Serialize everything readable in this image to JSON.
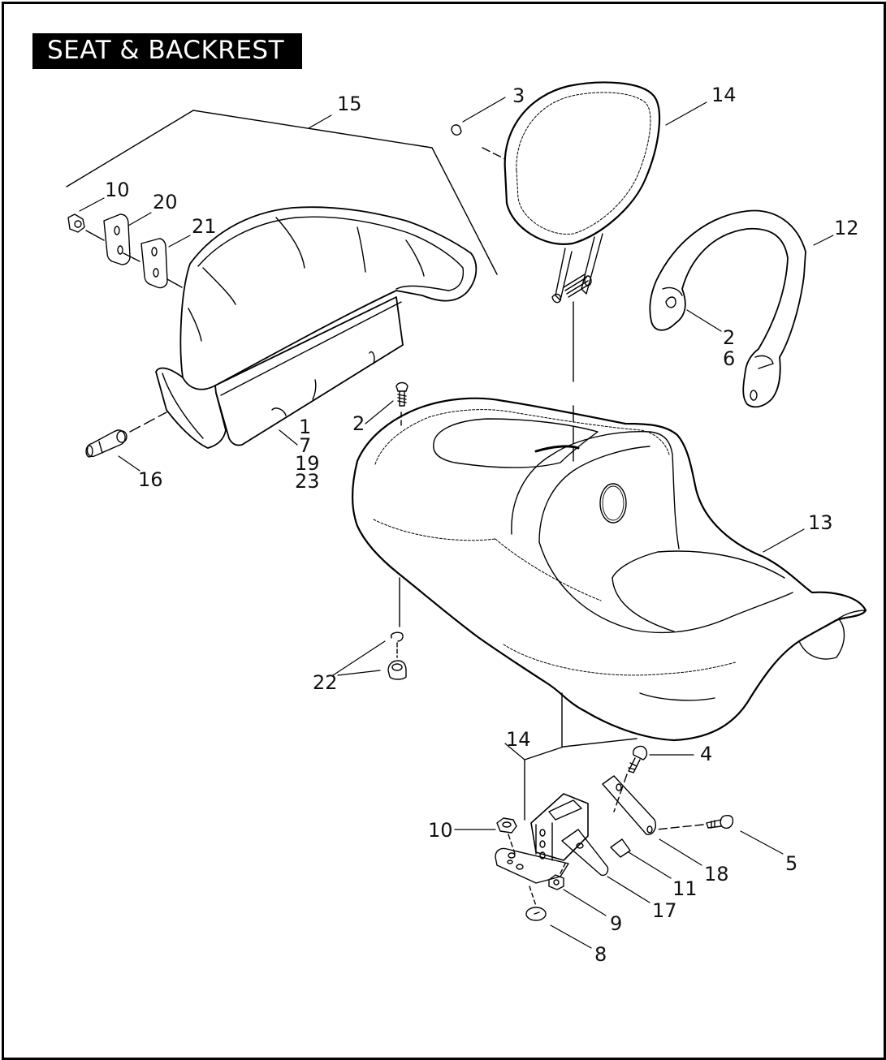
{
  "title": "SEAT & BACKREST",
  "callouts": [
    {
      "id": "c15",
      "text": "15"
    },
    {
      "id": "c3",
      "text": "3"
    },
    {
      "id": "c14a",
      "text": "14"
    },
    {
      "id": "c10a",
      "text": "10"
    },
    {
      "id": "c20",
      "text": "20"
    },
    {
      "id": "c21",
      "text": "21"
    },
    {
      "id": "c12",
      "text": "12"
    },
    {
      "id": "c2a",
      "text": "2"
    },
    {
      "id": "c6",
      "text": "6"
    },
    {
      "id": "c2b",
      "text": "2"
    },
    {
      "id": "c1",
      "text": "1"
    },
    {
      "id": "c7",
      "text": "7"
    },
    {
      "id": "c19",
      "text": "19"
    },
    {
      "id": "c23",
      "text": "23"
    },
    {
      "id": "c16",
      "text": "16"
    },
    {
      "id": "c13",
      "text": "13"
    },
    {
      "id": "c22",
      "text": "22"
    },
    {
      "id": "c14b",
      "text": "14"
    },
    {
      "id": "c4",
      "text": "4"
    },
    {
      "id": "c10b",
      "text": "10"
    },
    {
      "id": "c5",
      "text": "5"
    },
    {
      "id": "c18",
      "text": "18"
    },
    {
      "id": "c11",
      "text": "11"
    },
    {
      "id": "c17",
      "text": "17"
    },
    {
      "id": "c9",
      "text": "9"
    },
    {
      "id": "c8",
      "text": "8"
    }
  ]
}
